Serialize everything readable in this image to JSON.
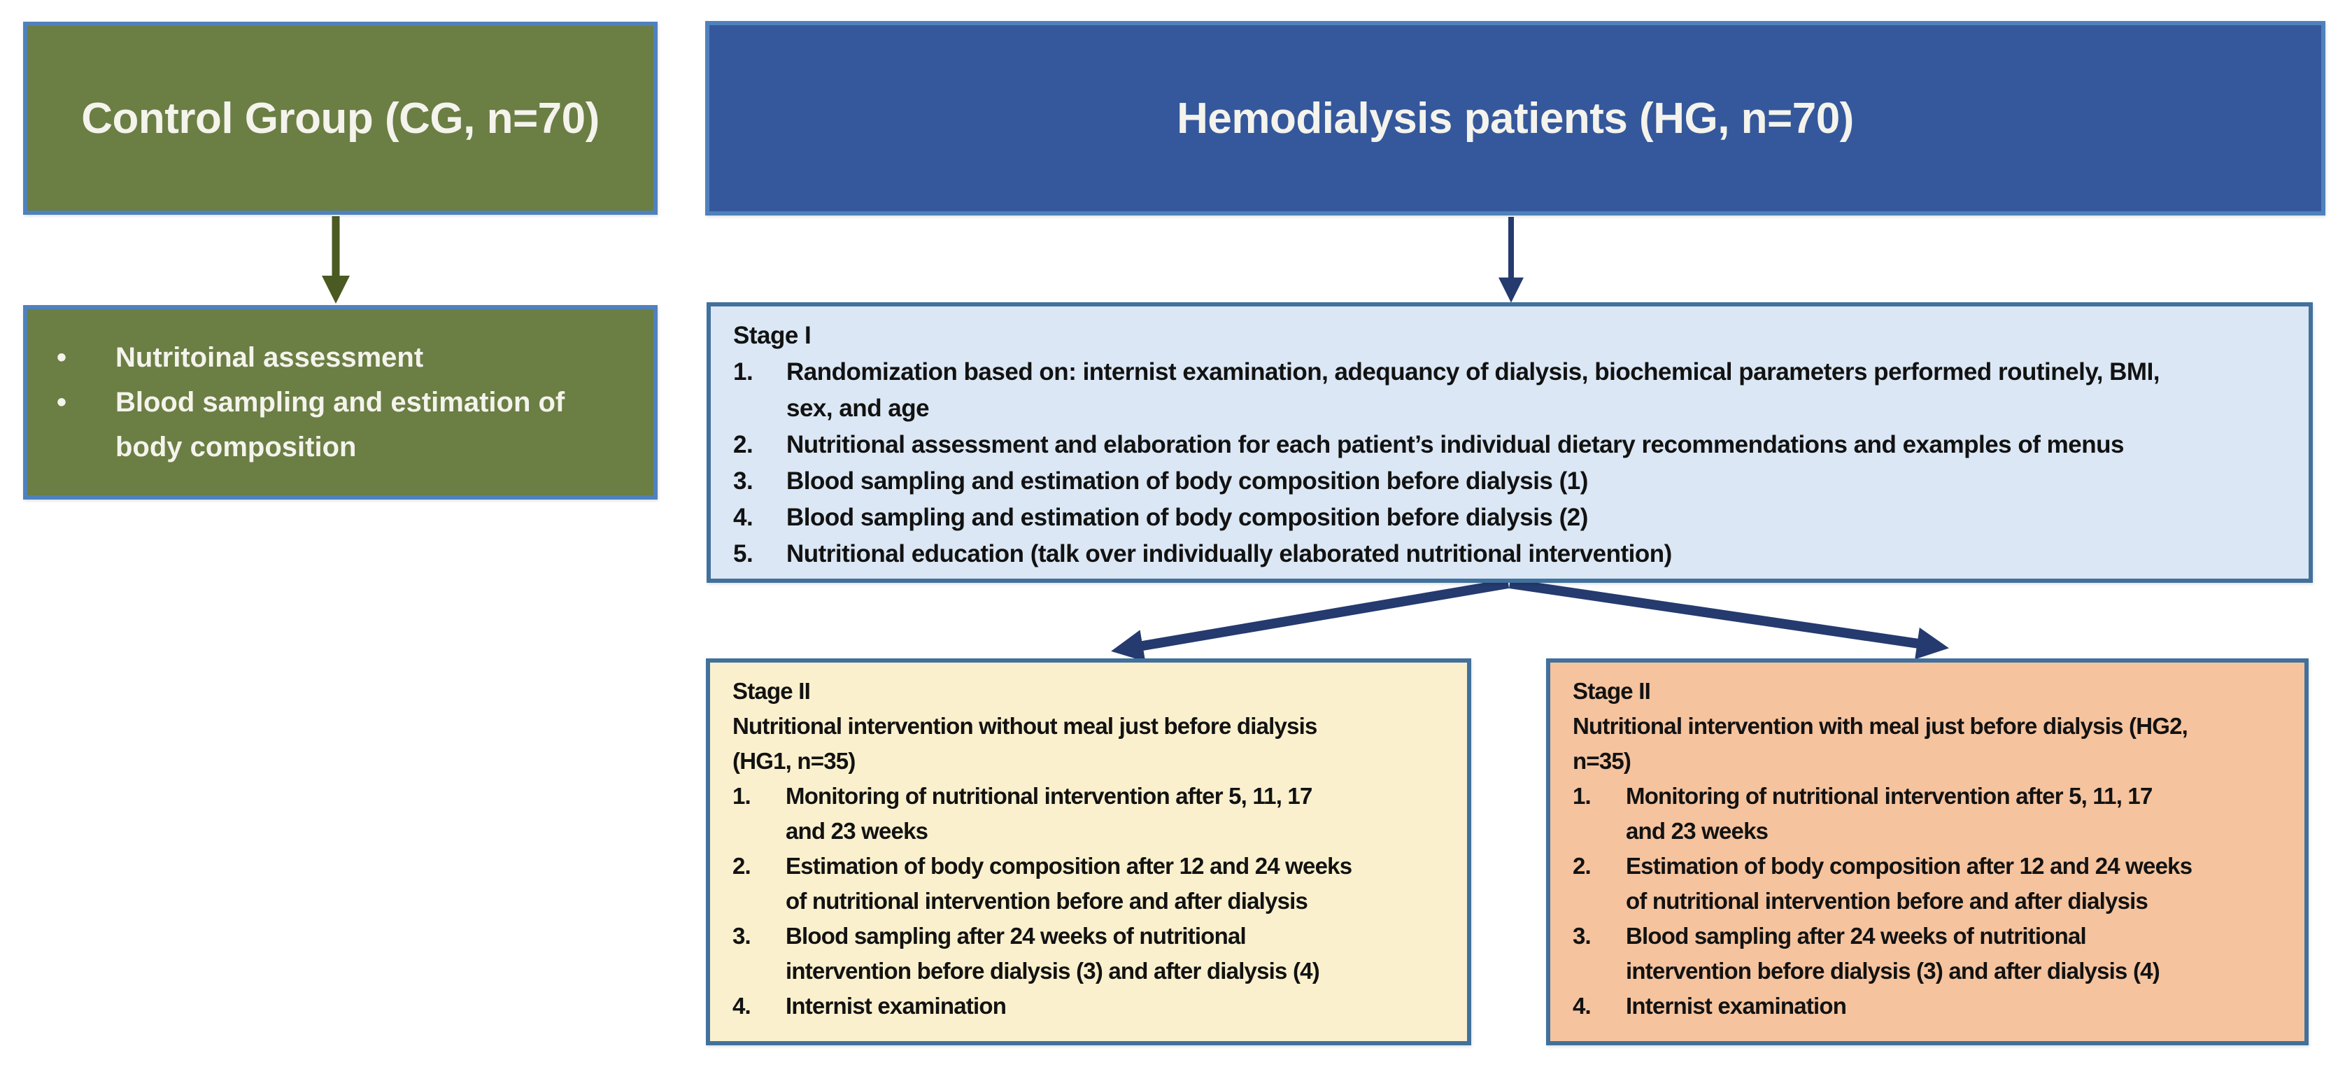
{
  "colors": {
    "canvas_bg": "#ffffff",
    "green_fill": "#6b7e44",
    "blue_fill": "#35589c",
    "outer_border": "#4f81bd",
    "stage_border": "#41719c",
    "stage1_fill": "#dbe7f4",
    "stage2_left_fill": "#faf0cd",
    "stage2_right_fill": "#f5c39e",
    "arrow_olive": "#4b5922",
    "arrow_navy": "#253a6e",
    "title_text": "#f4f3ec",
    "body_text": "#121212"
  },
  "control_group": {
    "title": "Control Group (CG, n=70)"
  },
  "control_tasks": {
    "bullet": "•",
    "bullets": [
      "Nutritoinal assessment",
      "Blood sampling and estimation of\nbody composition"
    ]
  },
  "hemodialysis": {
    "title": "Hemodialysis patients (HG, n=70)"
  },
  "stage1": {
    "title": "Stage I",
    "items": [
      "Randomization based on: internist examination, adequancy of dialysis, biochemical parameters performed routinely, BMI,\nsex, and age",
      "Nutritional assessment and elaboration for each patient’s individual dietary recommendations and examples of menus",
      "Blood sampling and estimation of body composition before dialysis (1)",
      "Blood sampling and estimation of body composition before dialysis (2)",
      "Nutritional education (talk over individually elaborated nutritional intervention)"
    ]
  },
  "stage2_left": {
    "title": "Stage II",
    "subtitle": "Nutritional intervention without meal just before dialysis\n(HG1, n=35)",
    "items": [
      "Monitoring of nutritional intervention after 5, 11, 17\nand 23 weeks",
      "Estimation of body composition after 12 and 24 weeks\nof nutritional intervention before and after dialysis",
      "Blood sampling after 24 weeks of nutritional\nintervention before dialysis (3) and after dialysis (4)",
      "Internist examination"
    ]
  },
  "stage2_right": {
    "title": "Stage II",
    "subtitle": "Nutritional intervention with meal just before dialysis (HG2,\nn=35)",
    "items": [
      "Monitoring of nutritional intervention after 5, 11, 17\nand 23 weeks",
      "Estimation of body composition after 12 and 24 weeks\nof nutritional intervention before and after dialysis",
      "Blood sampling after 24 weeks of nutritional\nintervention before dialysis (3) and after dialysis (4)",
      "Internist examination"
    ]
  }
}
